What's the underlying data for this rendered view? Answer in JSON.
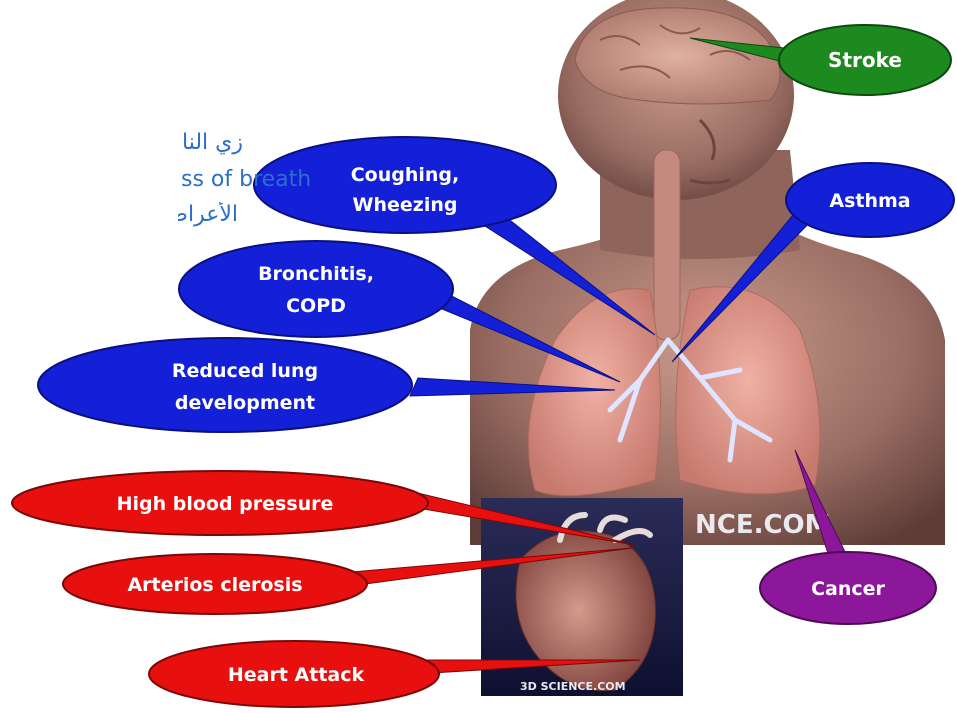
{
  "overlay_text": {
    "line1": "زي الناس اللي ب",
    "line2": "ss of breath",
    "line3": "الأعراض أكيد بت"
  },
  "labels": {
    "stroke": "Stroke",
    "asthma": "Asthma",
    "coughing_1": "Coughing,",
    "coughing_2": "Wheezing",
    "bronchitis_1": "Bronchitis,",
    "bronchitis_2": "COPD",
    "reduced_1": "Reduced lung",
    "reduced_2": "development",
    "high_bp": "High blood pressure",
    "arterio": "Arterios clerosis",
    "heart_attack": "Heart Attack",
    "cancer": "Cancer"
  },
  "watermarks": {
    "body": "NCE.COM",
    "heart": "3D SCIENCE.COM"
  },
  "colors": {
    "green": "#1c8a1e",
    "blue": "#1420d8",
    "red": "#e80f0f",
    "purple": "#8d179a",
    "text_blue": "#2b6fc7"
  }
}
